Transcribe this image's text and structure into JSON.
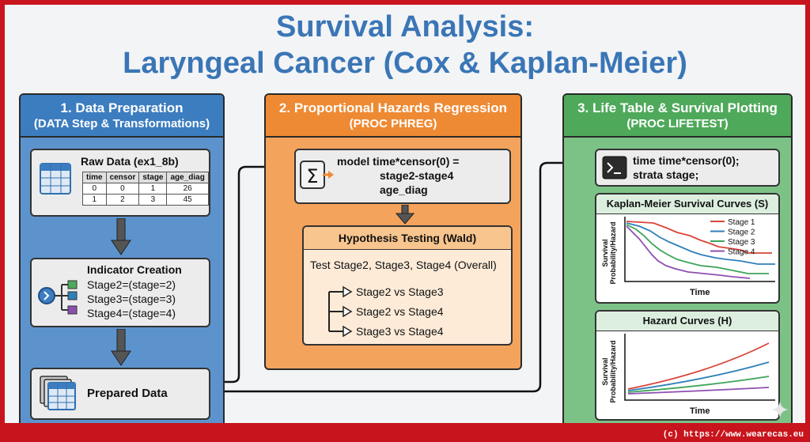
{
  "title_line1": "Survival Analysis:",
  "title_line2": "Laryngeal Cancer (Cox & Kaplan-Meier)",
  "colors": {
    "blue": "#3c7dc0",
    "orange": "#ee8a33",
    "green": "#4fa95b",
    "border": "#c8141c"
  },
  "panel1": {
    "title": "1. Data Preparation",
    "subtitle": "(DATA Step & Transformations)",
    "raw_title": "Raw Data (ex1_8b)",
    "raw_icon": "table-icon",
    "table": {
      "headers": [
        "time",
        "censor",
        "stage",
        "age_diag"
      ],
      "rows": [
        [
          "0",
          "0",
          "1",
          "26"
        ],
        [
          "1",
          "2",
          "3",
          "45"
        ]
      ]
    },
    "indicator_title": "Indicator Creation",
    "indicator_icon": "flow-diagram-icon",
    "indicators": [
      "Stage2=(stage=2)",
      "Stage3=(stage=3)",
      "Stage4=(stage=4)"
    ],
    "prepared_label": "Prepared Data",
    "prepared_icon": "stacked-tables-icon"
  },
  "panel2": {
    "title": "2. Proportional Hazards Regression",
    "subtitle": "(PROC PHREG)",
    "model_icon": "sigma-icon",
    "model_lines": [
      "model time*censor(0) =",
      "stage2-stage4",
      "age_diag"
    ],
    "hyp_title": "Hypothesis Testing (Wald)",
    "overall_test": "Test Stage2, Stage3, Stage4 (Overall)",
    "tests": [
      "Stage2 vs Stage3",
      "Stage2 vs Stage4",
      "Stage3 vs Stage4"
    ]
  },
  "panel3": {
    "title": "3. Life Table & Survival Plotting",
    "subtitle": "(PROC LIFETEST)",
    "code_icon": "terminal-icon",
    "code_lines": [
      "time time*censor(0);",
      "strata stage;"
    ],
    "km_title": "Kaplan-Meier Survival Curves (S)",
    "km_ylabel": "Survival\nProbability/Hazard",
    "km_xlabel": "Time",
    "legend": [
      {
        "name": "Stage 1",
        "color": "#d9453a"
      },
      {
        "name": "Stage 2",
        "color": "#2f7fb8"
      },
      {
        "name": "Stage 3",
        "color": "#3ea45a"
      },
      {
        "name": "Stage 4",
        "color": "#8e4fb0"
      }
    ],
    "hz_title": "Hazard Curves (H)",
    "hz_ylabel": "Survival\nProbability/Hazard",
    "hz_xlabel": "Time"
  },
  "footer": "(c) https://www.wearecas.eu"
}
